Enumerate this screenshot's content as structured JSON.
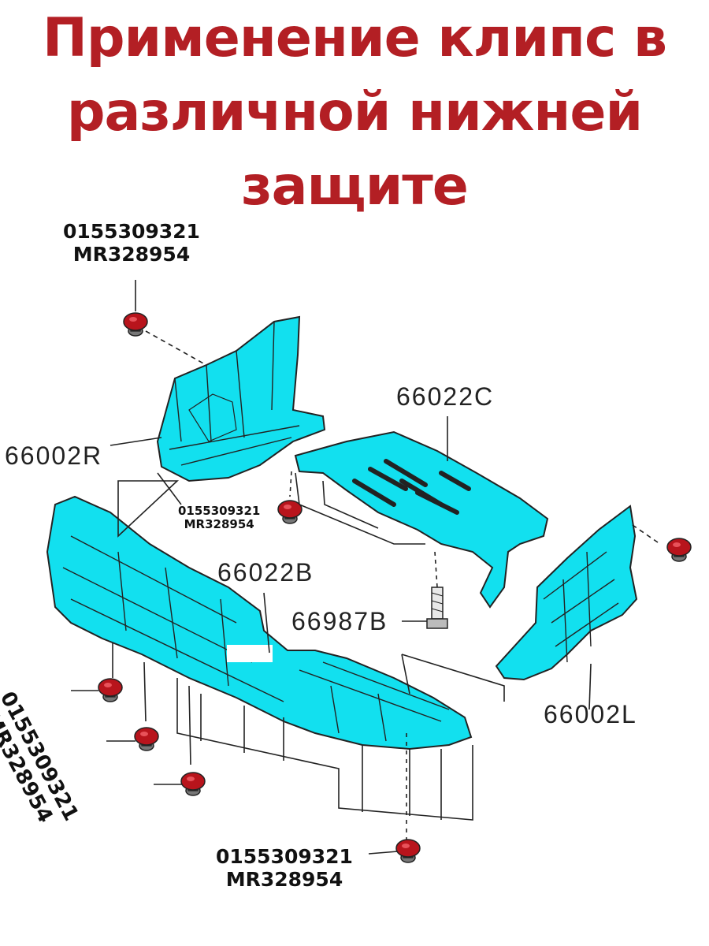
{
  "title": {
    "line1": "Применение клипс в",
    "line2": "различной нижней",
    "line3": "защите"
  },
  "clip_codes": {
    "code1": "0155309321",
    "code2": "MR328954"
  },
  "parts": {
    "shield_right": "66002R",
    "shield_left": "66002L",
    "cover_center": "66022C",
    "cover_front": "66022B",
    "bolt": "66987B"
  },
  "colors": {
    "title": "#b31f24",
    "part_fill": "#12e0ef",
    "clip_fill": "#b8141c",
    "outline": "#222222"
  }
}
